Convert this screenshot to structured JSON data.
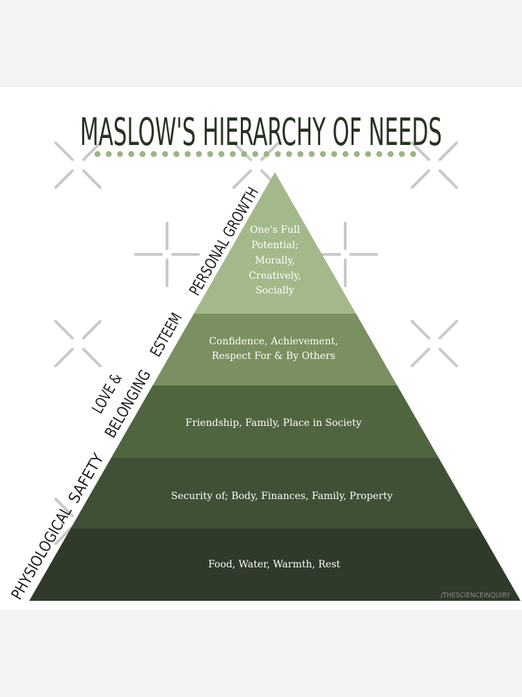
{
  "title": "MASLOW'S HIERARCHY OF NEEDS",
  "colors": {
    "title": "#263322",
    "dots": "#9bb583",
    "level_1": "#a3b98a",
    "level_2": "#7a9060",
    "level_3": "#4f6540",
    "level_4": "#3f5036",
    "level_5": "#2f3a2b"
  },
  "levels": [
    {
      "side_label": "PERSONAL GROWTH",
      "lines": [
        "One's Full",
        "Potential;",
        "Morally,",
        "Creatively,",
        "Socially"
      ]
    },
    {
      "side_label": "ESTEEM",
      "lines": [
        "Confidence, Achievement,",
        "Respect For & By Others"
      ]
    },
    {
      "side_label_lines": [
        "LOVE &",
        "BELONGING"
      ],
      "lines": [
        "Friendship, Family, Place in Society"
      ]
    },
    {
      "side_label": "SAFETY",
      "lines": [
        "Security of; Body, Finances, Family, Property"
      ]
    },
    {
      "side_label": "PHYSIOLOGICAL",
      "lines": [
        "Food, Water, Warmth, Rest"
      ]
    }
  ],
  "credit": "/THESCIENCEINQUIRY"
}
